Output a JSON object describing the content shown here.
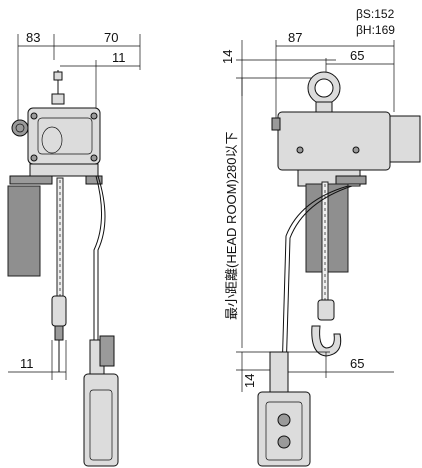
{
  "left_view": {
    "dim_top_left": "83",
    "dim_top_right": "70",
    "dim_inner_right": "11",
    "dim_bottom_left": "11"
  },
  "right_view": {
    "dim_top_width": "87",
    "dim_top_inner": "65",
    "dim_bottom_inner": "65",
    "dim_top_vertical": "14",
    "dim_bottom_vertical": "14",
    "headroom_label": "最小距離(HEAD ROOM)280以下",
    "spec_s": "βS:152",
    "spec_h": "βH:169"
  }
}
